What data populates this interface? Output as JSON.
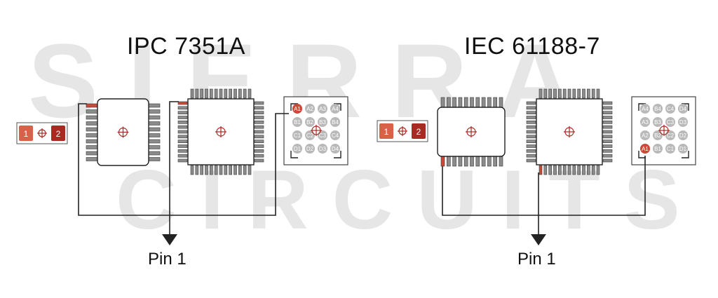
{
  "watermark": {
    "line1": "SIERRA",
    "line2": "CIRCUITS"
  },
  "left": {
    "title": "IPC 7351A",
    "pin_label": "Pin 1"
  },
  "right": {
    "title": "IEC 61188-7",
    "pin_label": "Pin 1"
  },
  "two_pad": {
    "pad1": "1",
    "pad2": "2"
  },
  "bga_left": {
    "rows": [
      [
        "A1",
        "A2",
        "A3",
        "A4"
      ],
      [
        "B1",
        "B2",
        "B3",
        "B4"
      ],
      [
        "C1",
        "C2",
        "C3",
        "C4"
      ],
      [
        "D1",
        "D2",
        "D3",
        "D4"
      ]
    ]
  },
  "bga_right": {
    "rows": [
      [
        "A4",
        "B4",
        "C4",
        "D4"
      ],
      [
        "A3",
        "B3",
        "C3",
        "D3"
      ],
      [
        "A2",
        "B2",
        "C2",
        "D2"
      ],
      [
        "A1",
        "B1",
        "C1",
        "D1"
      ]
    ]
  },
  "colors": {
    "pin1": "#c94a37",
    "pad1": "#d9614a",
    "pad2": "#a92a22",
    "line": "#222222",
    "watermark": "#e6e6e6",
    "ball": "#b9b9b9"
  }
}
